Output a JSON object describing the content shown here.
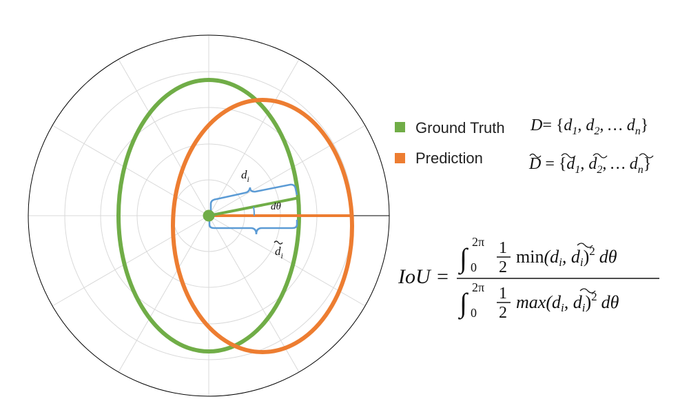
{
  "colors": {
    "ground_truth": "#70AD47",
    "prediction": "#ED7D31",
    "brace": "#5B9BD5",
    "grid": "#D9D9D9",
    "frame": "#000000"
  },
  "legend": {
    "items": [
      {
        "key": "ground_truth",
        "label": "Ground Truth"
      },
      {
        "key": "prediction",
        "label": "Prediction"
      }
    ]
  },
  "labels": {
    "d_i": "d",
    "d_i_sub": "i",
    "d_tilde_i": "d",
    "d_tilde_i_sub": "i",
    "d_theta": "dθ"
  },
  "sets": {
    "gt": {
      "lhs": "D",
      "rhs_open": "= {",
      "elems": [
        "d",
        "d",
        "… d"
      ],
      "subs": [
        "1",
        "2",
        "n"
      ],
      "close": "}"
    },
    "pred": {
      "lhs": "D",
      "rhs_open": " = {",
      "elems": [
        "d",
        "d",
        "… d"
      ],
      "subs": [
        "1",
        "2",
        "n"
      ],
      "close": "}"
    }
  },
  "formula": {
    "lhs": "IoU =",
    "int_upper": "2π",
    "int_lower": "0",
    "half_num": "1",
    "half_den": "2",
    "num_fn": "min",
    "den_fn": "max",
    "args_open": "(d",
    "args_sub": "i",
    "args_sep": ", d",
    "args_close": ")",
    "power": "2",
    "d_theta": "dθ"
  }
}
